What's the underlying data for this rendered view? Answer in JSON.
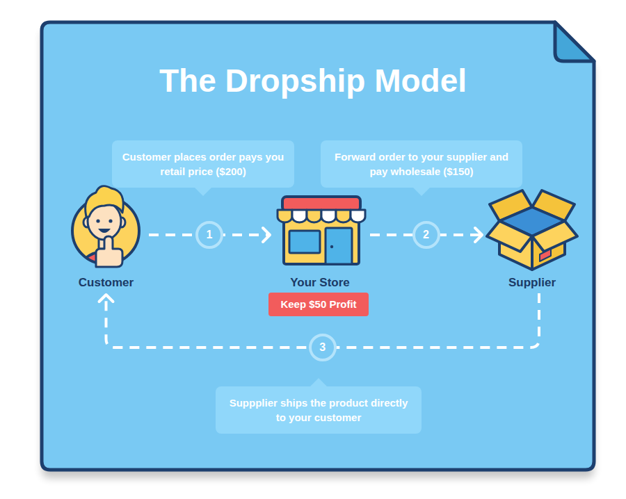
{
  "diagram": {
    "title": "The Dropship Model",
    "nodes": [
      {
        "text": [
          "Customer places order pays you retail price ($200)"
        ]
      },
      {
        "text": [
          "Forward order to your supplier and pay wholesale ($150)"
        ]
      },
      {
        "text": [
          "Customer"
        ]
      },
      {
        "text": [
          "Your Store"
        ]
      },
      {
        "text": [
          "Keep $50 Profit"
        ]
      },
      {
        "text": [
          "Supplier"
        ]
      },
      {
        "text": [
          "Suppplier ships the product directly to your customer"
        ]
      }
    ],
    "edges": [
      {
        "from": 2,
        "to": 3,
        "arrow": "to",
        "label": "1"
      },
      {
        "from": 3,
        "to": 5,
        "arrow": "to",
        "label": "2"
      },
      {
        "from": 5,
        "to": 2,
        "arrow": "to",
        "label": "3"
      }
    ]
  }
}
